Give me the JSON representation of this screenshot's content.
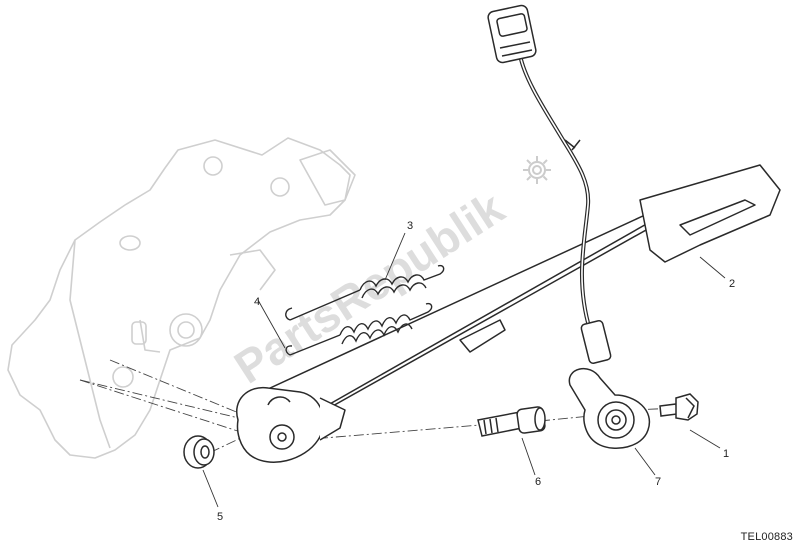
{
  "diagram": {
    "callouts": [
      "1",
      "2",
      "3",
      "4",
      "5",
      "6",
      "7"
    ],
    "drawing_code": "TEL00883"
  },
  "watermark": {
    "text": "PartsRepublik",
    "icon": "gear-icon"
  },
  "colors": {
    "frame_outline": "#cfcfcf",
    "line_art": "#2a2a2a",
    "watermark": "#d2d2d2"
  }
}
